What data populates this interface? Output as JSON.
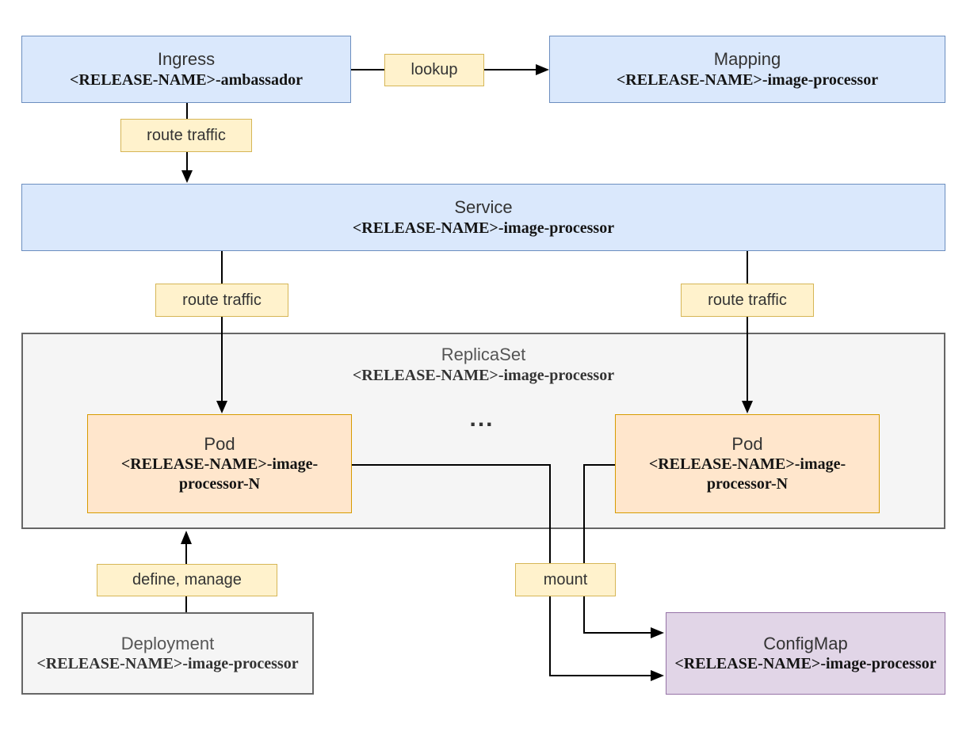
{
  "nodes": {
    "ingress": {
      "title": "Ingress",
      "subtitle": "<RELEASE-NAME>-ambassador"
    },
    "mapping": {
      "title": "Mapping",
      "subtitle": "<RELEASE-NAME>-image-processor"
    },
    "service": {
      "title": "Service",
      "subtitle": "<RELEASE-NAME>-image-processor"
    },
    "replicaset": {
      "title": "ReplicaSet",
      "subtitle": "<RELEASE-NAME>-image-processor"
    },
    "pod_left": {
      "title": "Pod",
      "subtitle": "<RELEASE-NAME>-image-processor-N"
    },
    "pod_right": {
      "title": "Pod",
      "subtitle": "<RELEASE-NAME>-image-processor-N"
    },
    "deployment": {
      "title": "Deployment",
      "subtitle": "<RELEASE-NAME>-image-processor"
    },
    "configmap": {
      "title": "ConfigMap",
      "subtitle": "<RELEASE-NAME>-image-processor"
    }
  },
  "edge_labels": {
    "lookup": "lookup",
    "route_traffic_top": "route traffic",
    "route_traffic_left": "route traffic",
    "route_traffic_right": "route traffic",
    "define_manage": "define, manage",
    "mount": "mount"
  },
  "ellipsis": "...",
  "colors": {
    "node_blue_fill": "#dae8fc",
    "node_blue_border": "#6c8ebf",
    "node_orange_fill": "#ffe6cc",
    "node_orange_border": "#d79b00",
    "node_purple_fill": "#e1d5e7",
    "node_purple_border": "#9673a6",
    "node_gray_fill": "#f5f5f5",
    "node_gray_border": "#666666",
    "label_fill": "#fff2cc",
    "label_border": "#d6b656",
    "connector": "#000000",
    "background": "#ffffff"
  }
}
